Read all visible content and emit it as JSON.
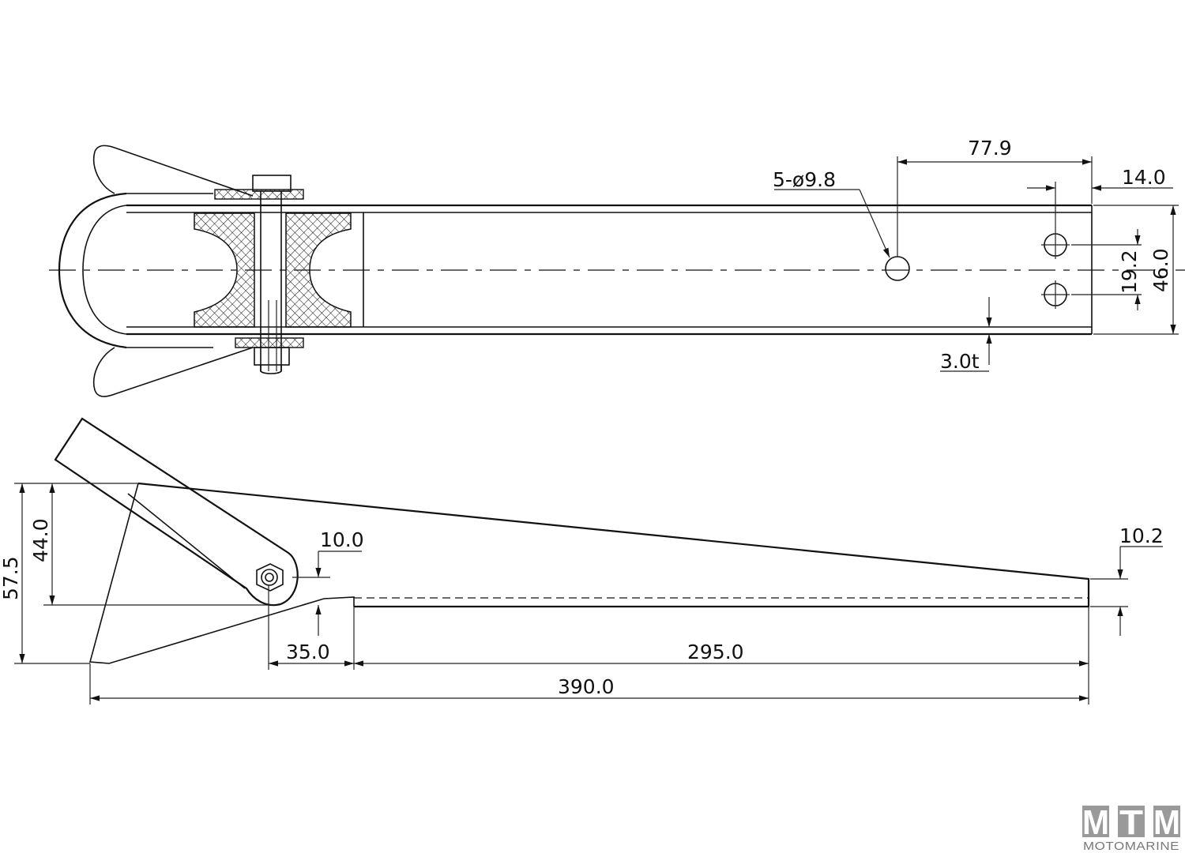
{
  "dimensions": {
    "top_view": {
      "d_77_9": "77.9",
      "d_14_0": "14.0",
      "holes": "5-ø9.8",
      "d_19_2": "19.2",
      "d_46_0": "46.0",
      "thickness": "3.0t"
    },
    "side_view": {
      "d_57_5": "57.5",
      "d_44_0": "44.0",
      "d_10_0": "10.0",
      "d_10_2": "10.2",
      "d_35_0": "35.0",
      "d_295_0": "295.0",
      "d_390_0": "390.0"
    }
  },
  "logo": {
    "letters": [
      "M",
      "T",
      "M"
    ],
    "wordmark": "MOTOMARINE",
    "box_color": "#9a9a9a"
  }
}
